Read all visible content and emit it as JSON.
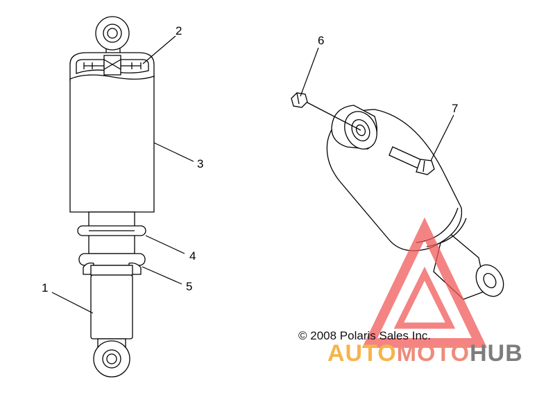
{
  "callouts": [
    {
      "id": "1",
      "label": "1"
    },
    {
      "id": "2",
      "label": "2"
    },
    {
      "id": "3",
      "label": "3"
    },
    {
      "id": "4",
      "label": "4"
    },
    {
      "id": "5",
      "label": "5"
    },
    {
      "id": "6",
      "label": "6"
    },
    {
      "id": "7",
      "label": "7"
    }
  ],
  "copyright": "© 2008 Polaris Sales Inc.",
  "watermark": {
    "part1": "AUTO",
    "part2": "MOTO",
    "part3": "HUB",
    "colors": {
      "part1": "#f6b44a",
      "part2": "#f08a7a",
      "part3": "#7d7d7d",
      "triangle": "#f05a5a"
    }
  },
  "colors": {
    "line": "#000000",
    "background": "#ffffff"
  }
}
